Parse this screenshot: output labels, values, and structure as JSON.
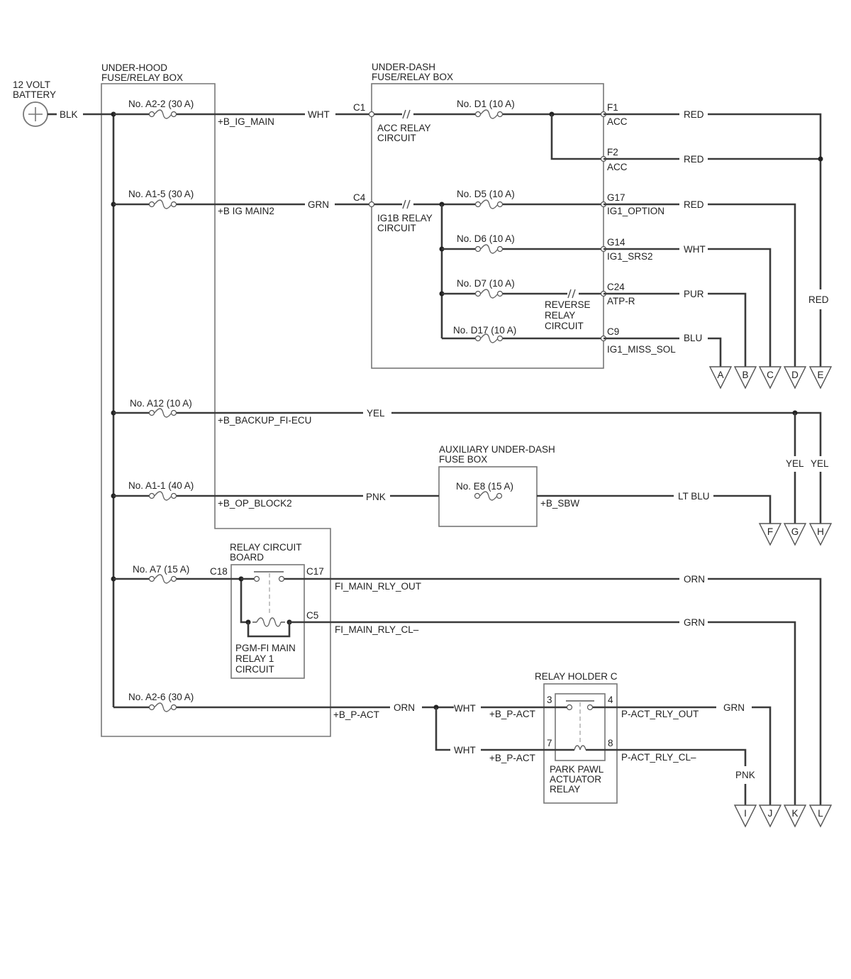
{
  "battery": {
    "label_line1": "12 VOLT",
    "label_line2": "BATTERY",
    "wire": "BLK"
  },
  "boxes": {
    "under_hood": {
      "line1": "UNDER-HOOD",
      "line2": "FUSE/RELAY BOX"
    },
    "under_dash": {
      "line1": "UNDER-DASH",
      "line2": "FUSE/RELAY BOX"
    },
    "aux_dash": {
      "line1": "AUXILIARY UNDER-DASH",
      "line2": "FUSE BOX"
    },
    "relay_board": {
      "line1": "RELAY CIRCUIT",
      "line2": "BOARD"
    },
    "relay_holder": {
      "line1": "RELAY HOLDER C"
    }
  },
  "fuses": {
    "a2_2": "No. A2-2 (30 A)",
    "a1_5": "No. A1-5 (30 A)",
    "a12": "No. A12 (10 A)",
    "a1_1": "No. A1-1 (40 A)",
    "a7": "No. A7 (15 A)",
    "a2_6": "No. A2-6 (30 A)",
    "d1": "No. D1 (10 A)",
    "d5": "No. D5 (10 A)",
    "d6": "No. D6 (10 A)",
    "d7": "No. D7 (10 A)",
    "d17": "No. D17 (10 A)",
    "e8": "No. E8 (15 A)"
  },
  "circuits": {
    "b_ig_main": "+B_IG_MAIN",
    "b_ig_main2": "+B IG MAIN2",
    "b_backup": "+B_BACKUP_FI-ECU",
    "b_op_block2": "+B_OP_BLOCK2",
    "b_p_act": "+B_P-ACT",
    "b_sbw": "+B_SBW",
    "acc_relay_1": "ACC RELAY",
    "acc_relay_2": "CIRCUIT",
    "ig1b_relay_1": "IG1B RELAY",
    "ig1b_relay_2": "CIRCUIT",
    "reverse_1": "REVERSE",
    "reverse_2": "RELAY",
    "reverse_3": "CIRCUIT",
    "acc": "ACC",
    "ig1_option": "IG1_OPTION",
    "ig1_srs2": "IG1_SRS2",
    "atp_r": "ATP-R",
    "ig1_miss_sol": "IG1_MISS_SOL",
    "fi_main_rly_out": "FI_MAIN_RLY_OUT",
    "fi_main_rly_cl": "FI_MAIN_RLY_CL–",
    "pgm_1": "PGM-FI MAIN",
    "pgm_2": "RELAY 1",
    "pgm_3": "CIRCUIT",
    "p_act_rly_out": "P-ACT_RLY_OUT",
    "p_act_rly_cl": "P-ACT_RLY_CL–",
    "park_1": "PARK PAWL",
    "park_2": "ACTUATOR",
    "park_3": "RELAY"
  },
  "terminals": {
    "c1": "C1",
    "c4": "C4",
    "f1": "F1",
    "f2": "F2",
    "g17": "G17",
    "g14": "G14",
    "c24": "C24",
    "c9": "C9",
    "c18": "C18",
    "c17": "C17",
    "c5": "C5",
    "t3": "3",
    "t4": "4",
    "t7": "7",
    "t8": "8"
  },
  "wire_colors": {
    "wht": "WHT",
    "grn": "GRN",
    "red": "RED",
    "pur": "PUR",
    "blu": "BLU",
    "yel": "YEL",
    "pnk": "PNK",
    "lt_blu": "LT BLU",
    "orn": "ORN"
  },
  "connectors": [
    "A",
    "B",
    "C",
    "D",
    "E",
    "F",
    "G",
    "H",
    "I",
    "J",
    "K",
    "L"
  ]
}
